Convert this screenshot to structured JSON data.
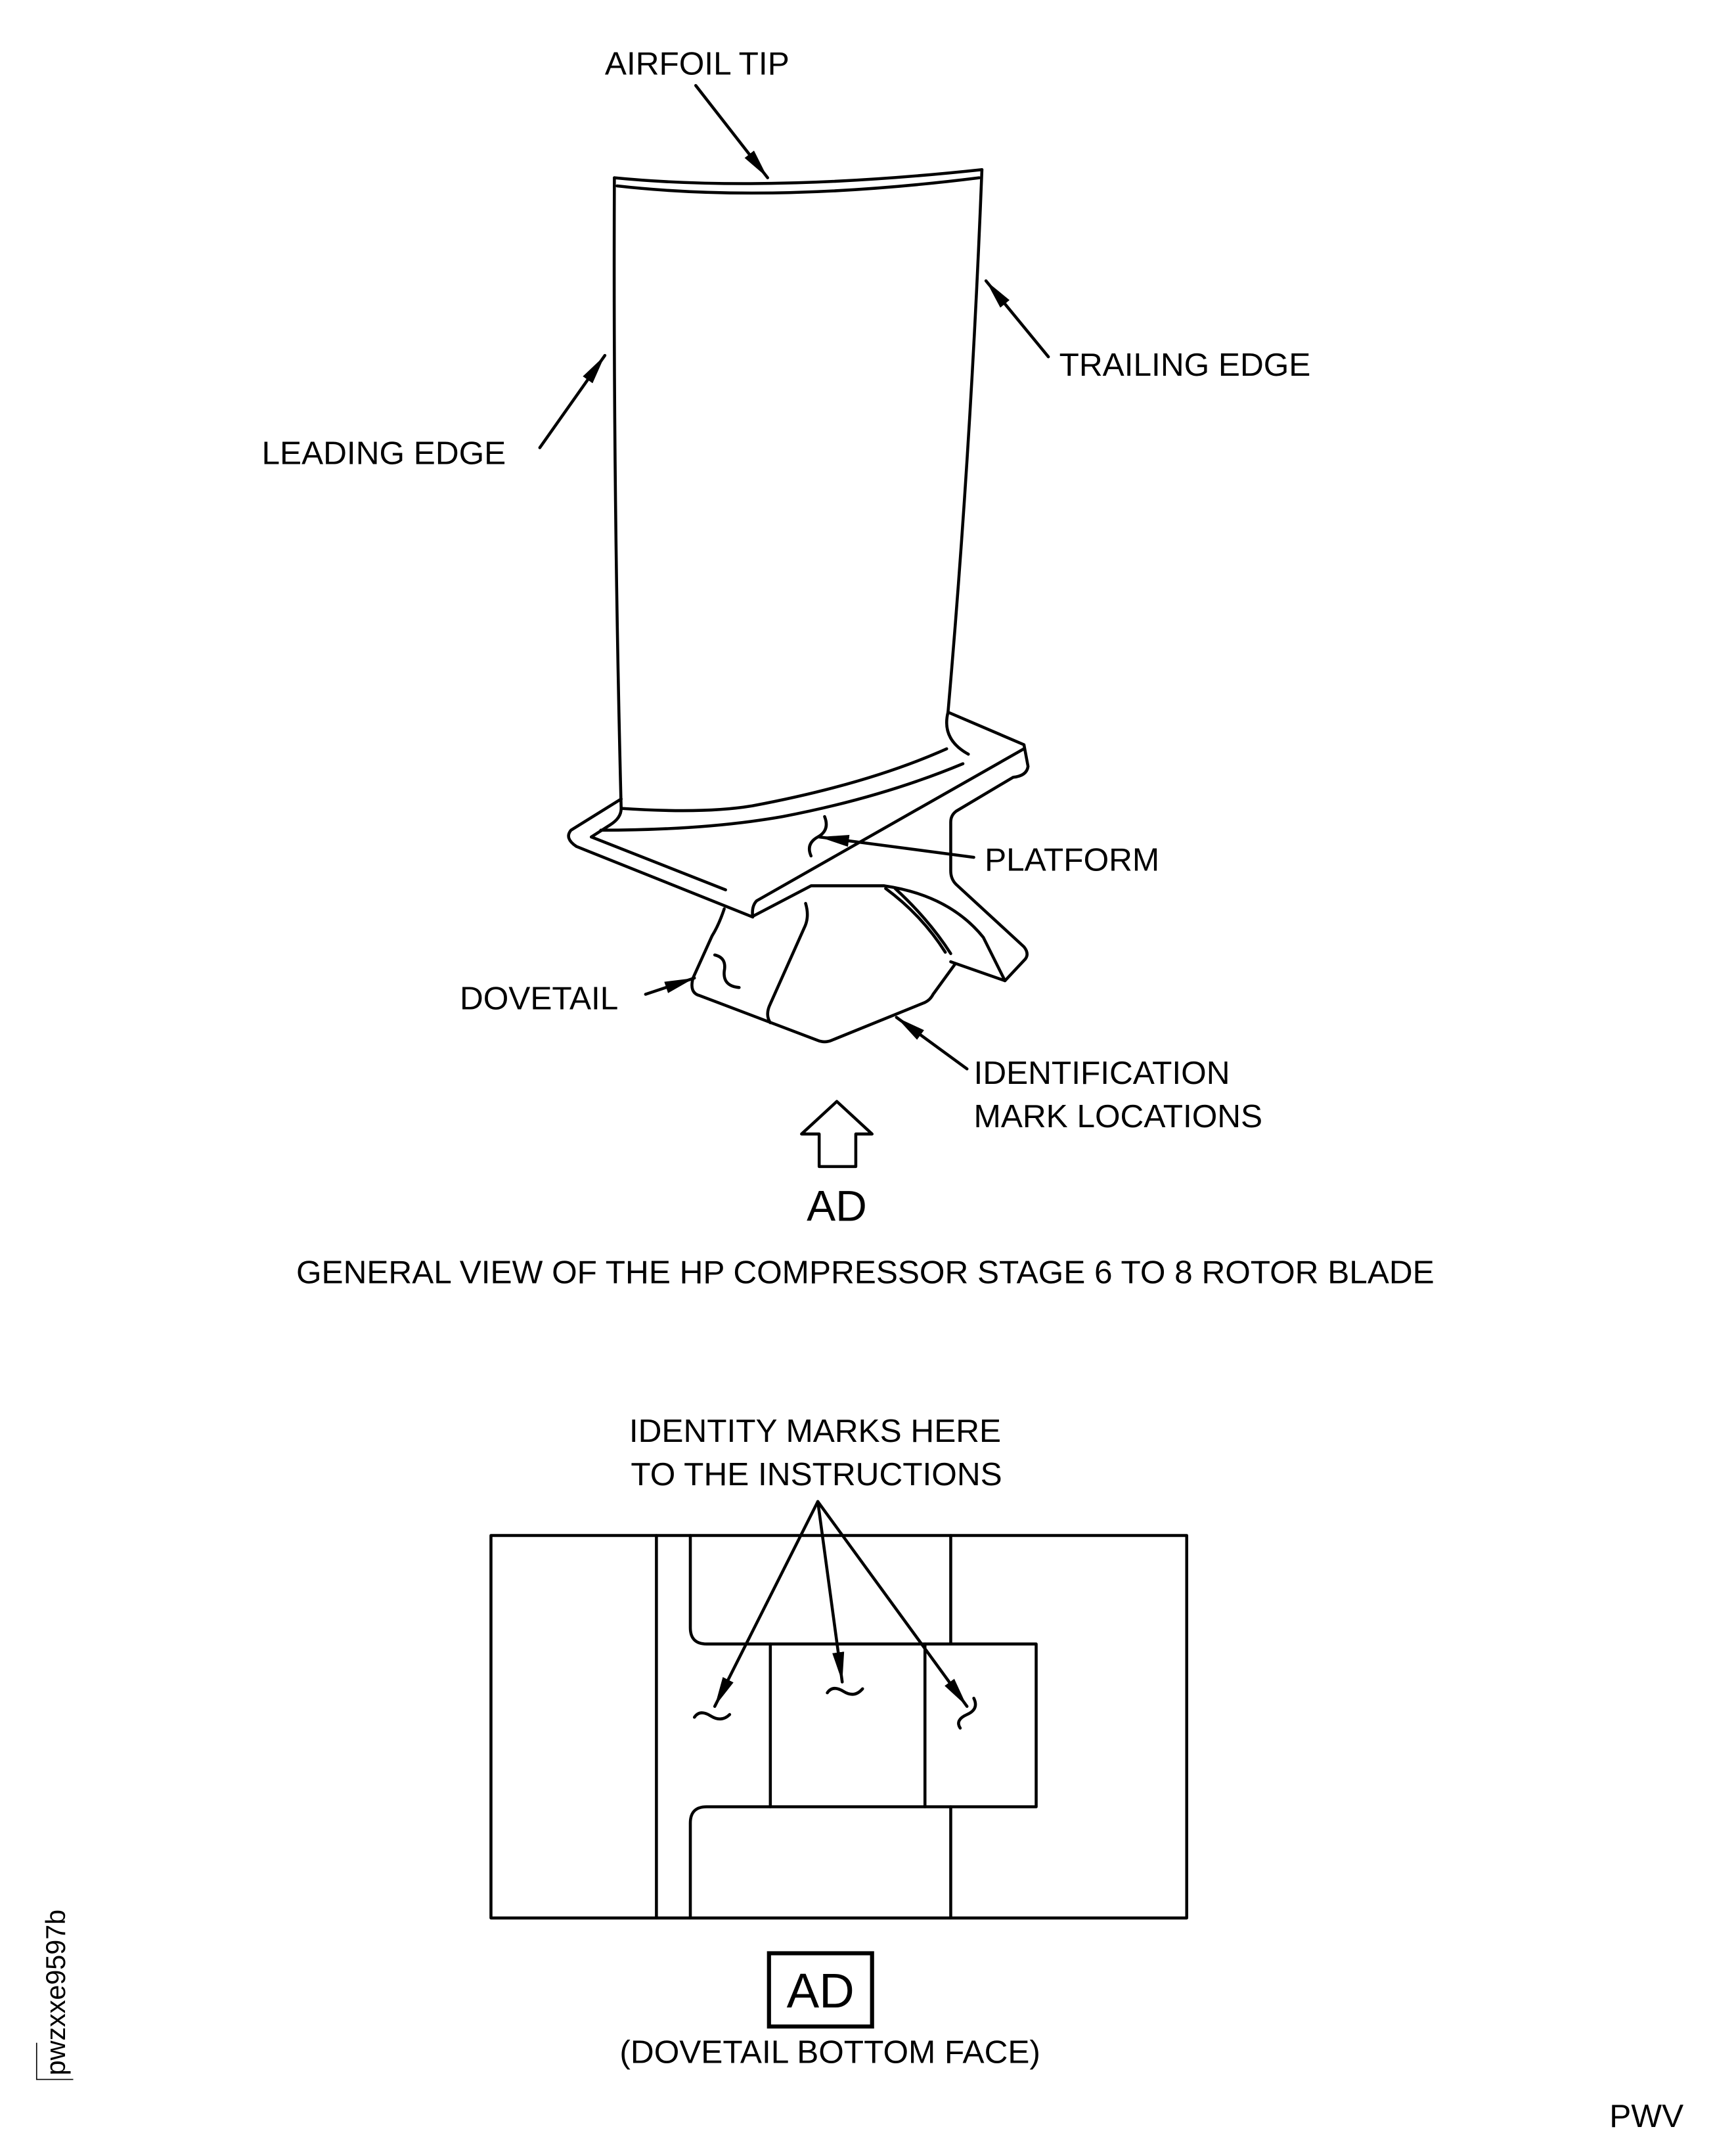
{
  "labels": {
    "airfoil_tip": "AIRFOIL TIP",
    "trailing_edge": "TRAILING EDGE",
    "leading_edge": "LEADING EDGE",
    "platform": "PLATFORM",
    "dovetail": "DOVETAIL",
    "identification_line1": "IDENTIFICATION",
    "identification_line2": "MARK LOCATIONS",
    "view_arrow": "AD",
    "caption": "GENERAL VIEW OF THE HP COMPRESSOR STAGE 6 TO 8 ROTOR BLADE",
    "identity_line1": "IDENTITY MARKS HERE",
    "identity_line2": "TO THE INSTRUCTIONS",
    "view_box_label": "AD",
    "bottom_caption": "(DOVETAIL BOTTOM FACE)",
    "figure_code": "pwzxxe9597b",
    "corner_code": "PWV"
  }
}
